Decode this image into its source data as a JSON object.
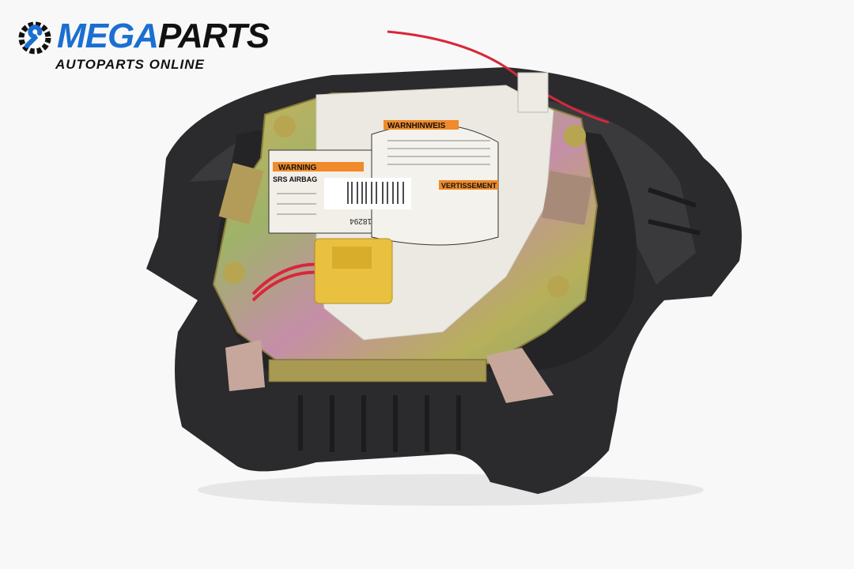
{
  "logo": {
    "brand_part1": "MEGA",
    "brand_part2": "PARTS",
    "tagline": "AUTOPARTS ONLINE"
  },
  "product": {
    "labels": {
      "warnhinweis": "WARNHINWEIS",
      "warning": "WARNING",
      "srs_airbag": "SRS AIRBAG",
      "avertissement": "VERTISSEMENT",
      "part_number": "18294"
    }
  },
  "colors": {
    "brand_blue": "#1a6fd1",
    "plastic": "#2b2b2d",
    "connector": "#e9c040",
    "wire": "#d8273a"
  }
}
